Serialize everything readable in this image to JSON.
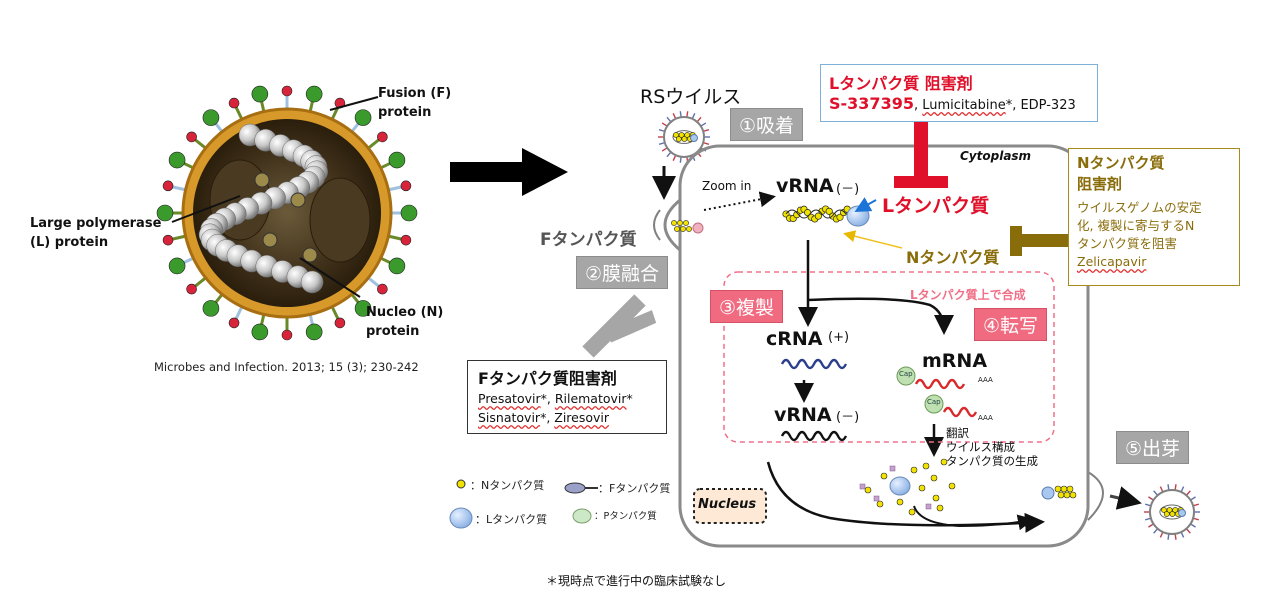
{
  "virion": {
    "label_fusion": "Fusion (F)",
    "label_fusion_2": "protein",
    "label_polymerase": "Large polymerase",
    "label_polymerase_2": "(L) protein",
    "label_nucleo": "Nucleo (N)",
    "label_nucleo_2": "protein",
    "citation": "Microbes and Infection. 2013; 15 (3); 230-242"
  },
  "rsv_title": "RSウイルス",
  "steps": {
    "attach": "①吸着",
    "fusion": "②膜融合",
    "replication": "③複製",
    "transcription": "④転写",
    "budding": "⑤出芽"
  },
  "f_protein_label": "Fタンパク質",
  "zoom_in": "Zoom in",
  "cytoplasm": "Cytoplasm",
  "nucleus": "Nucleus",
  "vrna_top": "vRNA",
  "minus": "(－)",
  "plus": "(+)",
  "l_protein_label": "Lタンパク質",
  "n_protein_label": "Nタンパク質",
  "synth_on_l": "Lタンパク質上で合成",
  "crna": "cRNA",
  "vrna_bottom": "vRNA",
  "mrna": "mRNA",
  "cap": "Cap",
  "aaa": "AAA",
  "translation": {
    "line1": "翻訳",
    "line2": "ウイルス構成",
    "line3": "タンパク質の生成"
  },
  "l_inhibitor": {
    "title": "Lタンパク質 阻害剤",
    "drug1": "S-337395",
    "sep1": ", ",
    "drug2": "Lumicitabine",
    "rest": "*, EDP-323"
  },
  "n_inhibitor": {
    "title1": "Nタンパク質",
    "title2": "阻害剤",
    "desc1": "ウイルスゲノムの安定",
    "desc2": "化, 複製に寄与するN",
    "desc3": "タンパク質を阻害",
    "drug": "Zelicapavir"
  },
  "f_inhibitor": {
    "title": "Fタンパク質阻害剤",
    "drug1": "Presatovir",
    "mid1": "*, ",
    "drug2": "Rilematovir",
    "end1": "*",
    "drug3": "Sisnatovir",
    "mid2": "*, ",
    "drug4": "Ziresovir"
  },
  "legend": {
    "n": "：Nタンパク質",
    "f": "：Fタンパク質",
    "l": "：Lタンパク質",
    "p": "：Pタンパク質"
  },
  "footnote": "＊現時点で進行中の臨床試験なし",
  "colors": {
    "red": "#e0102a",
    "gold": "#8a6d0b",
    "pink_step": "#f06a80",
    "gray_step": "#a6a6a6",
    "nucleocapsid_yellow": "#f2e200",
    "l_protein_blue": "#a9c8f0"
  }
}
